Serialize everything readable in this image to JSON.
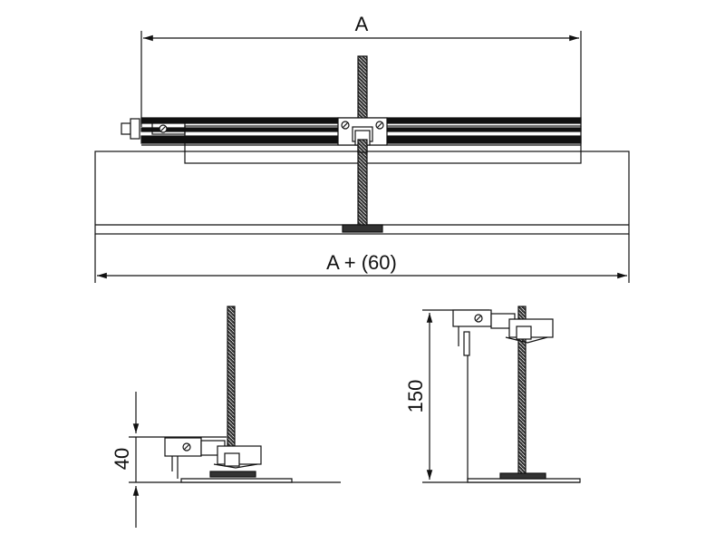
{
  "drawing": {
    "dimension_top": "A",
    "dimension_bottom": "A + (60)",
    "dimension_left_height": "40",
    "dimension_right_height": "150"
  },
  "colors": {
    "line": "#111111",
    "background": "#ffffff"
  }
}
